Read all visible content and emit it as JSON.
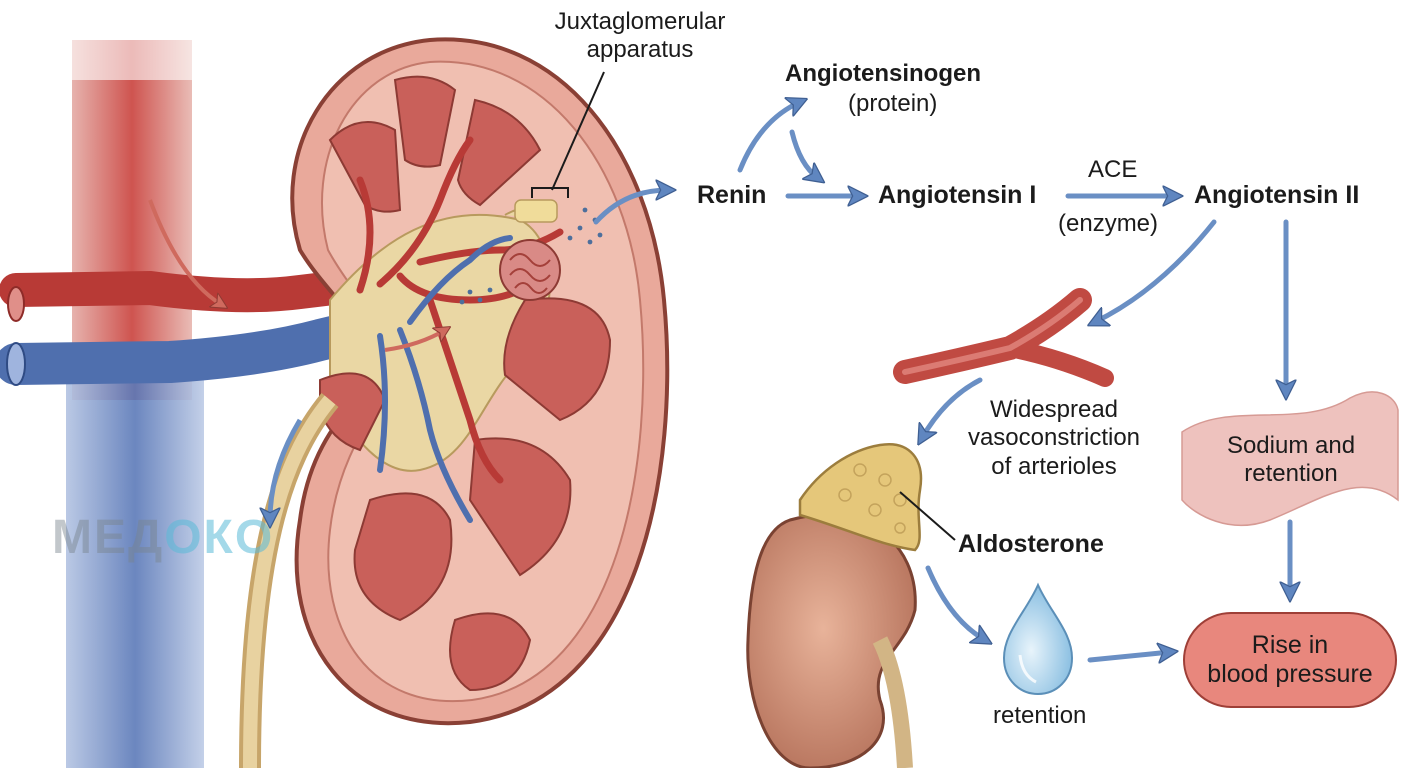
{
  "labels": {
    "juxtaglomerular": [
      "Juxtaglomerular",
      "apparatus"
    ],
    "angiotensinogen": "Angiotensinogen",
    "protein": "(protein)",
    "renin": "Renin",
    "angiotensin1": "Angiotensin I",
    "ace": "ACE",
    "enzyme": "(enzyme)",
    "angiotensin2": "Angiotensin II",
    "vasoconstriction": [
      "Widespread",
      "vasoconstriction",
      "of arterioles"
    ],
    "sodium": [
      "Sodium and",
      "retention"
    ],
    "aldosterone": "Aldosterone",
    "water_retention": "retention",
    "rise_bp": [
      "Rise in",
      "blood pressure"
    ]
  },
  "watermark": {
    "main": "МЕД",
    "accent": "ОКО"
  },
  "colors": {
    "artery": "#c9413c",
    "vein": "#5b79b8",
    "arrow": "#6a8fc4",
    "kidney_cortex": "#e9a99b",
    "kidney_pyramid": "#c9605a",
    "fat": "#ead7a4",
    "bp_box": "#e8877d"
  }
}
